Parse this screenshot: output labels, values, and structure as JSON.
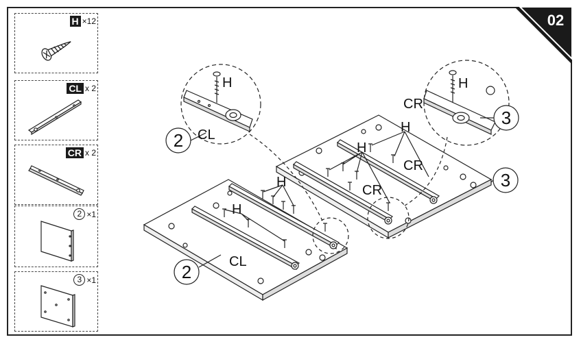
{
  "step": {
    "number": "02"
  },
  "parts": [
    {
      "code": "H",
      "quantity": "×12"
    },
    {
      "code": "CL",
      "quantity": "x 2"
    },
    {
      "code": "CR",
      "quantity": "x 2"
    },
    {
      "code": "2",
      "quantity": "×1"
    },
    {
      "code": "3",
      "quantity": "×1"
    }
  ],
  "labels": {
    "screw": "H",
    "panel_2": "2",
    "panel_3": "3",
    "rail_left": "CL",
    "rail_right": "CR"
  }
}
